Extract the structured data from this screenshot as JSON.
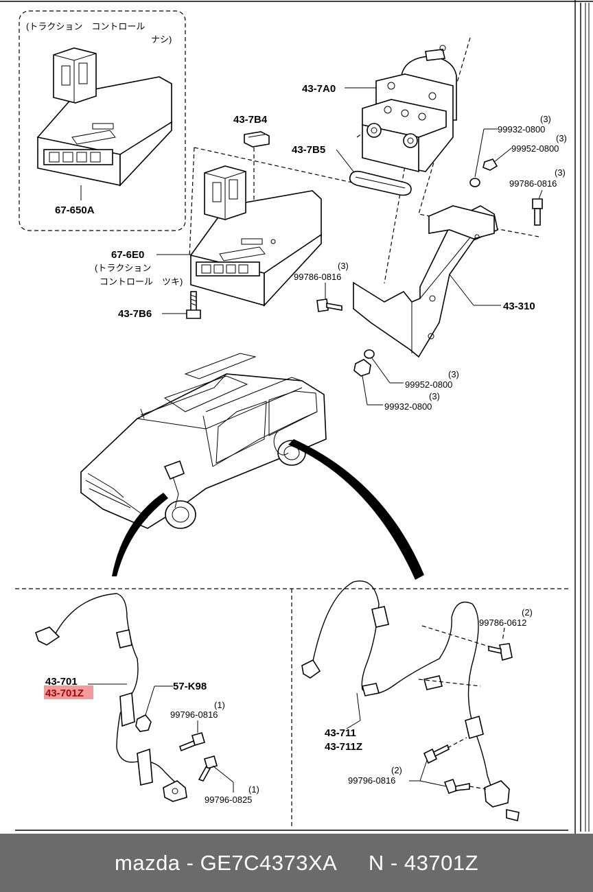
{
  "diagram": {
    "labels": {
      "no_tc_note_line1": "(トラクション　コントロール",
      "no_tc_note_line2": "ナシ)",
      "ecu_no_tc": "67-650A",
      "ecu_tc": "67-6E0",
      "tc_note_line1": "(トラクション",
      "tc_note_line2": "コントロール　ツキ)",
      "connector_cover": "43-7B4",
      "hydraulic_unit": "43-7A0",
      "mount_band": "43-7B5",
      "ecu_bolt": "43-7B6",
      "bracket": "43-310",
      "nut_top": "99932-0800",
      "nut_top_qty": "(3)",
      "washer_top": "99952-0800",
      "washer_top_qty": "(3)",
      "bolt_top": "99786-0816",
      "bolt_top_qty": "(3)",
      "bolt_left": "99786-0816",
      "bolt_left_qty": "(3)",
      "washer_bottom": "99952-0800",
      "washer_bottom_qty": "(3)",
      "nut_bottom": "99932-0800",
      "nut_bottom_qty": "(3)",
      "front_sensor": "43-701",
      "front_sensor_alt": "43-701Z",
      "sensor_clip": "57-K98",
      "bolt_front_upper": "99796-0816",
      "bolt_front_upper_qty": "(1)",
      "bolt_front_lower": "99796-0825",
      "bolt_front_lower_qty": "(1)",
      "rear_sensor": "43-711",
      "rear_sensor_alt": "43-711Z",
      "bolt_rear_upper": "99786-0612",
      "bolt_rear_upper_qty": "(2)",
      "bolt_rear_lower": "99796-0816",
      "bolt_rear_lower_qty": "(2)"
    },
    "highlight_color": "#f19c9c"
  },
  "footer": {
    "brand": "mazda",
    "separator": " - ",
    "catalog_code": "GE7C4373XA",
    "gap": "     ",
    "part_prefix": "N - ",
    "part_number": "43701Z",
    "background_color": "#6b6b6b"
  }
}
